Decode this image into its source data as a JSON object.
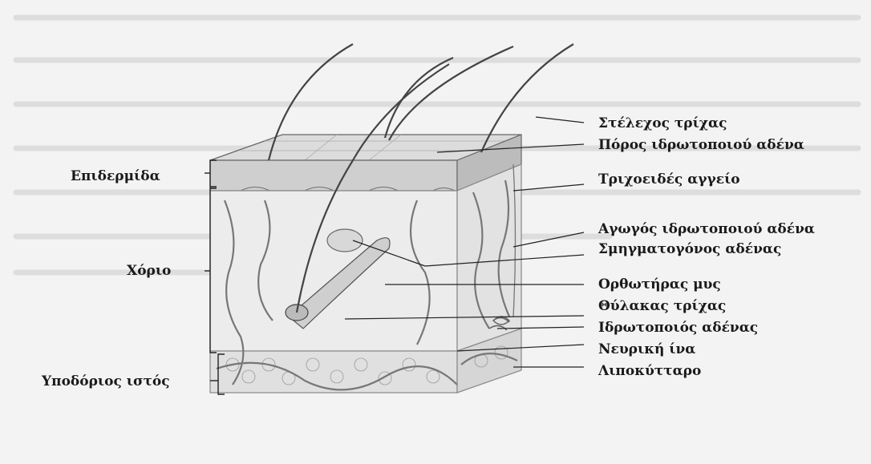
{
  "diagram": {
    "left_labels": [
      {
        "id": "epidermis",
        "text": "Επιδερμίδα"
      },
      {
        "id": "dermis",
        "text": "Χόριο"
      },
      {
        "id": "hypodermis",
        "text": "Υποδόριος ιστός"
      }
    ],
    "right_labels": [
      {
        "id": "hair-shaft",
        "text": "Στέλεχος τρίχας"
      },
      {
        "id": "sweat-pore",
        "text": "Πόρος ιδρωτοποιού αδένα"
      },
      {
        "id": "capillary",
        "text": "Τριχοειδές αγγείο"
      },
      {
        "id": "sweat-duct",
        "text": "Αγωγός ιδρωτοποιού αδένα"
      },
      {
        "id": "sebaceous-gland",
        "text": "Σμηγματογόνος αδένας"
      },
      {
        "id": "arrector-muscle",
        "text": "Ορθωτήρας μυς"
      },
      {
        "id": "hair-follicle",
        "text": "Θύλακας τρίχας"
      },
      {
        "id": "sweat-gland",
        "text": "Ιδρωτοποιός αδένας"
      },
      {
        "id": "nerve-fiber",
        "text": "Νευρική ίνα"
      },
      {
        "id": "adipocyte",
        "text": "Λιποκύτταρο"
      }
    ]
  }
}
